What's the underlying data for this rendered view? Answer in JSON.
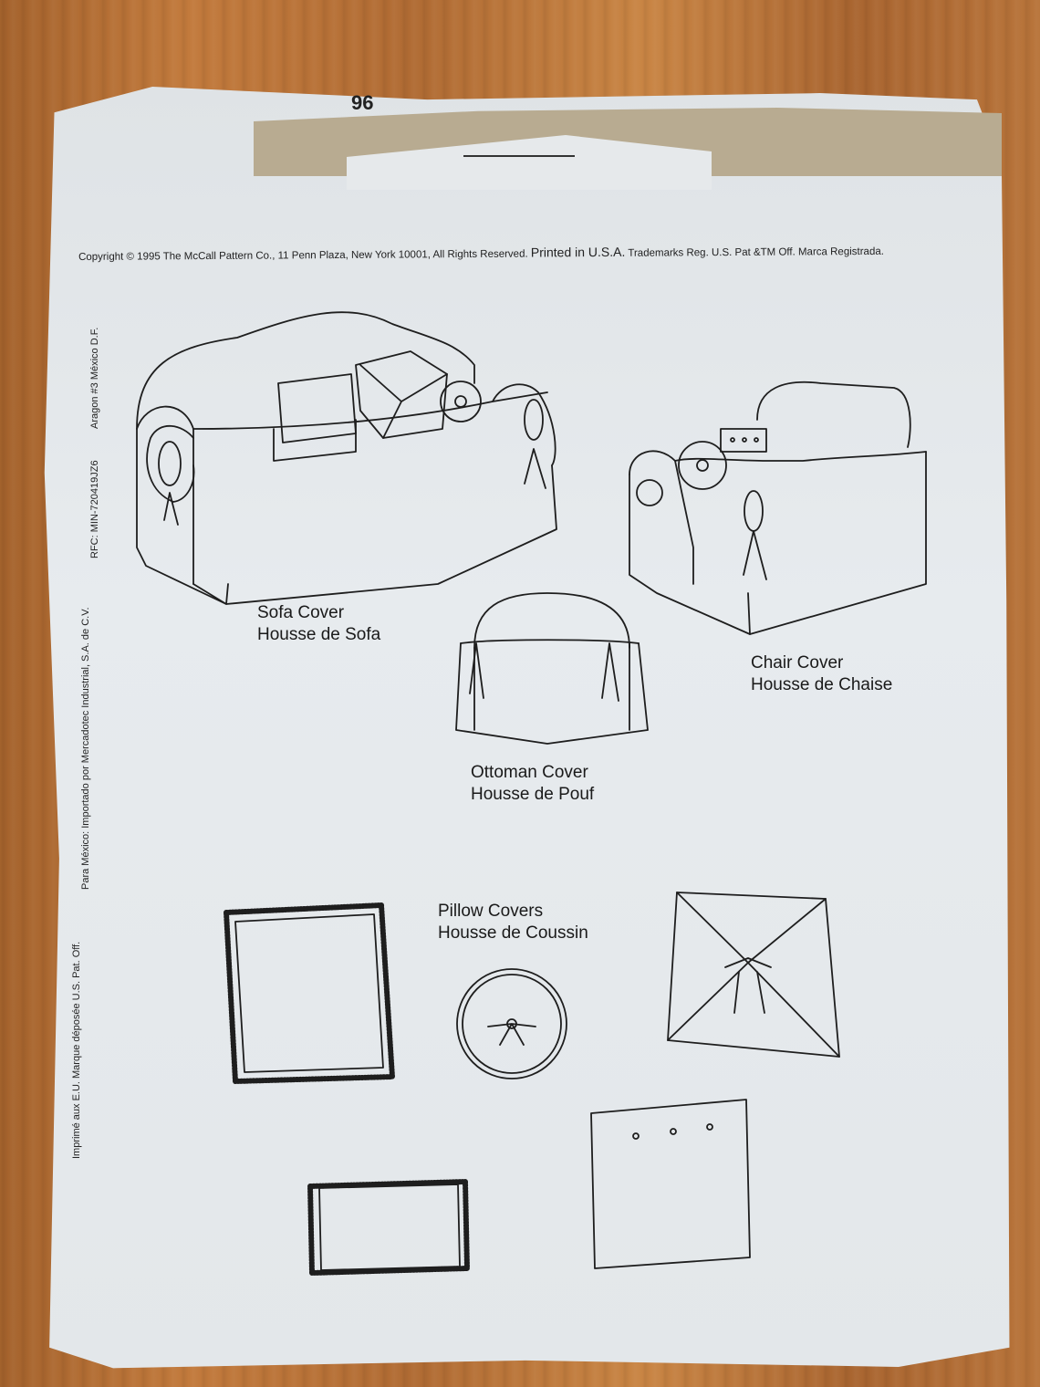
{
  "envelope": {
    "corner_mark": "96",
    "copyright_line": {
      "part1": "Copyright © 1995 The McCall Pattern Co., 11 Penn Plaza, New York 10001, All Rights Reserved.",
      "part2": "Printed in U.S.A.",
      "part3": "Trademarks Reg. U.S. Pat &TM Off. Marca Registrada."
    },
    "side_text": {
      "left_outer": "Imprimé aux E.U. Marque déposée U.S. Pat. Off.",
      "left_inner": "Para México: Importado por Mercadotec Industrial, S.A. de C.V.",
      "rfc": "RFC: MIN-720419JZ6",
      "address": "Aragon #3 México D.F."
    }
  },
  "items": {
    "sofa": {
      "label_en": "Sofa Cover",
      "label_fr": "Housse de Sofa"
    },
    "chair": {
      "label_en": "Chair Cover",
      "label_fr": "Housse de Chaise"
    },
    "ottoman": {
      "label_en": "Ottoman Cover",
      "label_fr": "Housse de Pouf"
    },
    "pillows": {
      "label_en": "Pillow Covers",
      "label_fr": "Housse de Coussin"
    }
  }
}
